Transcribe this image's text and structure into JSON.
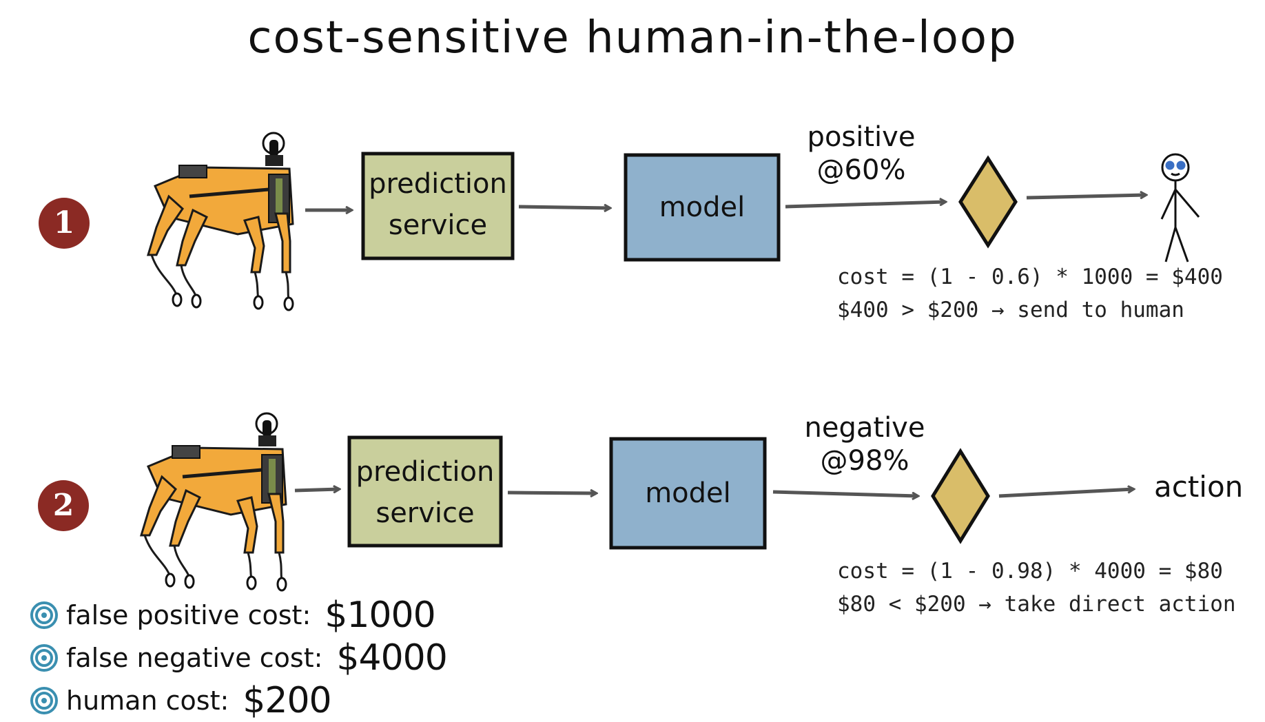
{
  "title": "cost-sensitive human-in-the-loop",
  "colors": {
    "prediction_fill": "#c9cf9c",
    "model_fill": "#8fb1cc",
    "decision_fill": "#d9bd69",
    "step_badge": "#8b2a24",
    "robot_yellow": "#f2a93b",
    "arrow": "#555555",
    "legend_icon": "#3a8fb0"
  },
  "rows": [
    {
      "step": "1",
      "prediction_line1": "prediction",
      "prediction_line2": "service",
      "model": "model",
      "branch_line1": "positive",
      "branch_line2": "@60%",
      "outcome_icon": "stick-figure-human-icon",
      "calc_line1": "cost = (1 - 0.6) * 1000 = $400",
      "calc_line2": "$400 > $200 → send to human"
    },
    {
      "step": "2",
      "prediction_line1": "prediction",
      "prediction_line2": "service",
      "model": "model",
      "branch_line1": "negative",
      "branch_line2": "@98%",
      "outcome": "action",
      "calc_line1": "cost = (1 - 0.98) * 4000 = $80",
      "calc_line2": "$80 < $200 → take direct action"
    }
  ],
  "legend": [
    {
      "label": "false positive cost:",
      "value": "$1000",
      "icon": "spiral-bullet-icon"
    },
    {
      "label": "false negative cost:",
      "value": "$4000",
      "icon": "spiral-bullet-icon"
    },
    {
      "label": "human cost:",
      "value": "$200",
      "icon": "spiral-bullet-icon"
    }
  ]
}
